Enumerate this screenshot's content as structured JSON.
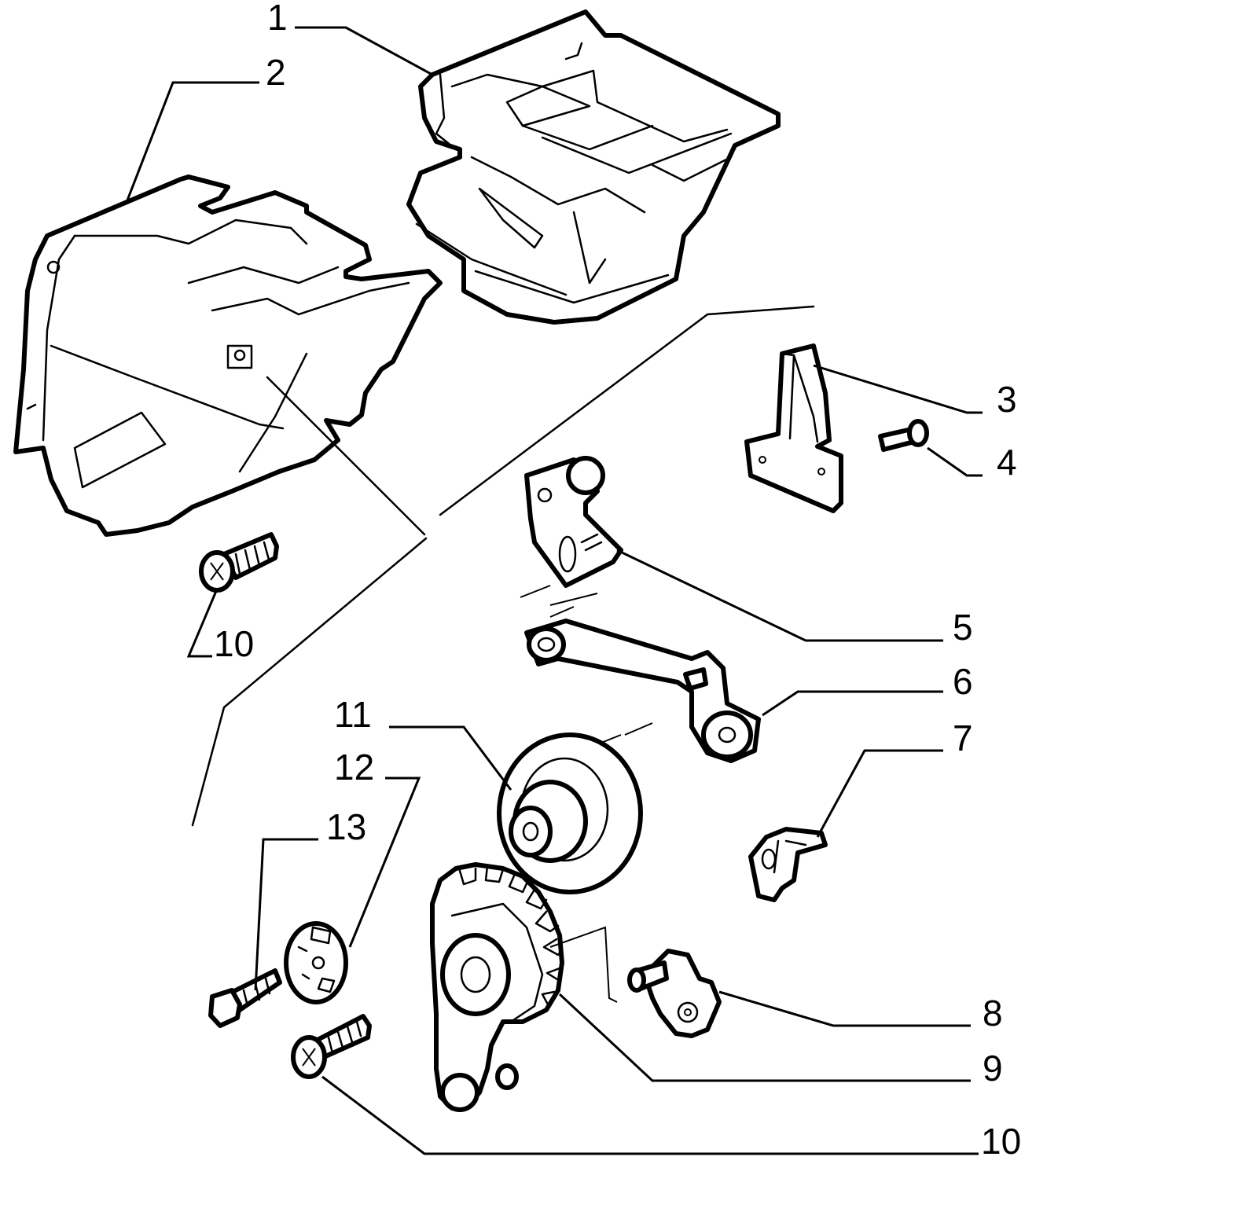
{
  "diagram": {
    "callouts": [
      {
        "id": "c1",
        "label": "1"
      },
      {
        "id": "c2",
        "label": "2"
      },
      {
        "id": "c3",
        "label": "3"
      },
      {
        "id": "c4",
        "label": "4"
      },
      {
        "id": "c5",
        "label": "5"
      },
      {
        "id": "c6",
        "label": "6"
      },
      {
        "id": "c7",
        "label": "7"
      },
      {
        "id": "c8",
        "label": "8"
      },
      {
        "id": "c9",
        "label": "9"
      },
      {
        "id": "c10a",
        "label": "10"
      },
      {
        "id": "c10b",
        "label": "10"
      },
      {
        "id": "c11",
        "label": "11"
      },
      {
        "id": "c12",
        "label": "12"
      },
      {
        "id": "c13",
        "label": "13"
      }
    ]
  }
}
